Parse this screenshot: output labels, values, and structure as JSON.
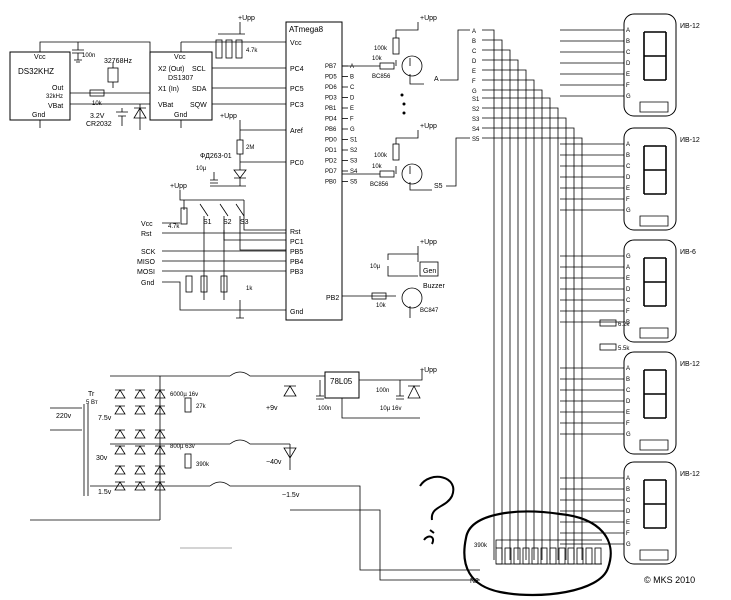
{
  "mcu": {
    "title": "ATmega8",
    "left_pins": [
      "Vcc",
      "PC4",
      "PC5",
      "PC3",
      "Aref",
      "PC0",
      "Rst",
      "PC1",
      "PB5",
      "PB4",
      "PB3",
      "Gnd"
    ],
    "right_pins": [
      "PB7",
      "PD5",
      "PD6",
      "PD3",
      "PB1",
      "PD4",
      "PB6",
      "PD0",
      "PD1",
      "PD2",
      "PD7",
      "PB0",
      "PB2"
    ],
    "right_nets": [
      "A",
      "B",
      "C",
      "D",
      "E",
      "F",
      "G",
      "S1",
      "S2",
      "S3",
      "S4",
      "S5"
    ]
  },
  "ds32": {
    "title": "DS32KHZ",
    "vcc": "Vcc",
    "out": "Out",
    "out2": "32kHz",
    "vbat": "VBat",
    "gnd": "Gnd"
  },
  "ds1307": {
    "title": "DS1307",
    "vcc": "Vcc",
    "x2": "X2 (Out)",
    "x1": "X1 (In)",
    "vbat": "VBat",
    "scl": "SCL",
    "sda": "SDA",
    "sqw": "SQW",
    "gnd": "Gnd"
  },
  "labels": {
    "upp": "+Upp",
    "c100n": "100n",
    "xtal": "32768Hz",
    "r10k": "10k",
    "r47k": "4.7k",
    "bat1": "3.2V",
    "bat2": "CR2032",
    "photo": "ФД263-01",
    "r2m": "2M",
    "c10u": "10µ",
    "r100k": "100k",
    "q_bc856": "BC856",
    "q_bc847": "BC847",
    "gen": "Gen",
    "buzzer": "Buzzer",
    "a": "A",
    "s5": "S5",
    "s1": "S1",
    "s2": "S2",
    "s3": "S3",
    "vcc": "Vcc",
    "rst": "Rst",
    "sck": "SCK",
    "miso": "MISO",
    "mosi": "MOSI",
    "gnd": "Gnd",
    "r1k": "1k",
    "tr": "Tr",
    "tr2": "5 Bт",
    "v220": "220v",
    "v75": "7.5v",
    "v30": "30v",
    "v15": "1.5v",
    "c6000": "6000µ 16v",
    "r27k": "27k",
    "c800": "800µ 63v",
    "r390k": "390k",
    "reg": "78L05",
    "c100n2": "100n",
    "c10u16": "10µ 16v",
    "p9v": "+9v",
    "m40v": "−40v",
    "m15v": "~1.5v",
    "r62k": "6.2k",
    "r55k": "5.5k",
    "r390k2": "390k",
    "n2": "N2"
  },
  "displays": [
    {
      "name": "ИВ-12",
      "pins": [
        "A",
        "B",
        "C",
        "D",
        "E",
        "F",
        "G"
      ]
    },
    {
      "name": "ИВ-12",
      "pins": [
        "A",
        "B",
        "C",
        "D",
        "E",
        "F",
        "G"
      ]
    },
    {
      "name": "ИВ-6",
      "pins": [
        "G",
        "A",
        "E",
        "D",
        "C",
        "F",
        "B"
      ]
    },
    {
      "name": "ИВ-12",
      "pins": [
        "A",
        "B",
        "C",
        "D",
        "E",
        "F",
        "G"
      ]
    },
    {
      "name": "ИВ-12",
      "pins": [
        "A",
        "B",
        "C",
        "D",
        "E",
        "F",
        "G"
      ]
    }
  ],
  "bus": [
    "A",
    "B",
    "C",
    "D",
    "E",
    "F",
    "G",
    "S1",
    "S2",
    "S3",
    "S4",
    "S5"
  ],
  "copyright": "© MKS 2010"
}
